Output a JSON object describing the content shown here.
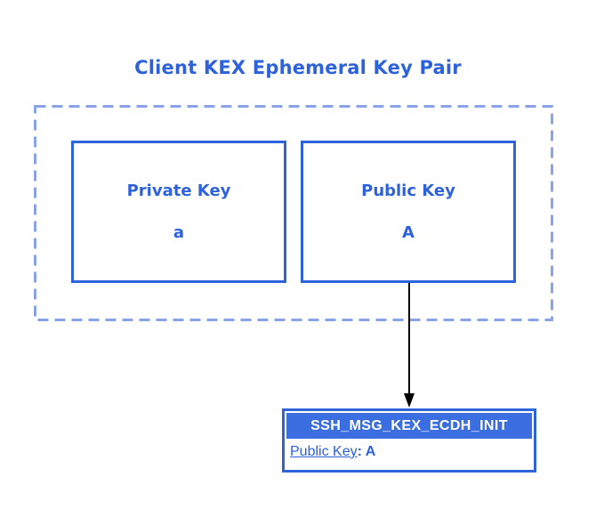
{
  "title": "Client KEX Ephemeral Key Pair",
  "key_pair_group": {
    "private_key": {
      "label": "Private Key",
      "value": "a"
    },
    "public_key": {
      "label": "Public Key",
      "value": "A"
    }
  },
  "message": {
    "title": "SSH_MSG_KEX_ECDH_INIT",
    "field": {
      "label": "Public Key",
      "separator": ": ",
      "value": "A"
    }
  },
  "colors": {
    "label_text_blue": "#2e62dc",
    "solid_border_blue": "#2d64de",
    "dashed_border_blue": "#8aa3e8",
    "message_header_fill": "#3b6ee0",
    "message_header_text": "#ffffff",
    "message_body_text": "#2b5fdc",
    "arrow_black": "#000000",
    "background": "#ffffff"
  }
}
